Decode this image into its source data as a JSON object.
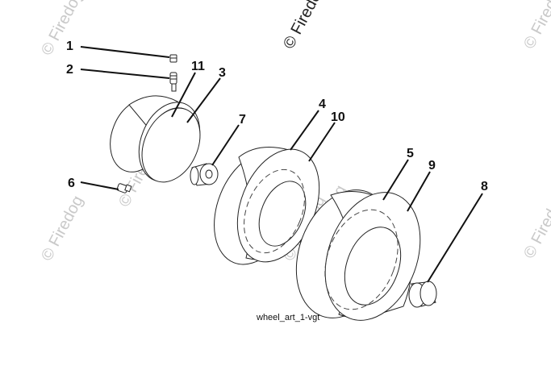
{
  "watermark": {
    "text": "© Firedog",
    "dark_text": "© Firedo"
  },
  "callouts": {
    "c1": "1",
    "c2": "2",
    "c3": "3",
    "c4": "4",
    "c5": "5",
    "c6": "6",
    "c7": "7",
    "c8": "8",
    "c9": "9",
    "c10": "10",
    "c11": "11"
  },
  "caption": "wheel_art_1-vgt"
}
